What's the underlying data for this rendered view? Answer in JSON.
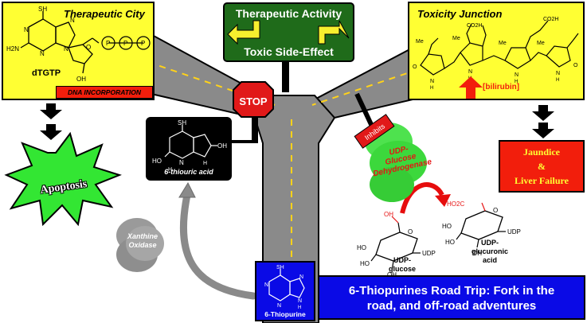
{
  "sign": {
    "top_label": "Therapeutic Activity",
    "bottom_label": "Toxic Side-Effect",
    "color": "#1f6b1a"
  },
  "stop_sign": {
    "label": "STOP",
    "color": "#e11919"
  },
  "therapeutic_city": {
    "title": "Therapeutic City",
    "molecule_label": "dTGTP",
    "banner": "DNA INCORPORATION",
    "atoms": {
      "sh": "SH",
      "n1": "N",
      "n3": "N",
      "h2n": "H2N",
      "n7": "N",
      "n9": "N",
      "o": "O",
      "oh": "OH",
      "phosphates": [
        "P",
        "P",
        "P"
      ]
    }
  },
  "toxicity_junction": {
    "title": "Toxicity Junction",
    "molecule_label": "[bilirubin]",
    "atoms": {
      "co2h_1": "CO2H",
      "co2h_2": "CO2H",
      "me": [
        "Me",
        "Me",
        "Me",
        "Me"
      ],
      "nh": [
        "N",
        "N",
        "N",
        "N"
      ],
      "h": [
        "H",
        "H",
        "H",
        "H"
      ],
      "o_left": "O",
      "o_right": "O"
    }
  },
  "apoptosis": {
    "label": "Apoptosis",
    "color": "#33e633"
  },
  "jaundice": {
    "line1": "Jaundice",
    "line2": "&",
    "line3": "Liver Failure",
    "text_color": "#ffff33"
  },
  "thiouric": {
    "label": "6-thiouric acid",
    "atoms": {
      "sh": "SH",
      "n": "N",
      "ho": "HO",
      "oh": "OH",
      "h1": "H",
      "h2": "H"
    }
  },
  "xanthine_oxidase": {
    "line1": "Xanthine",
    "line2": "Oxidase"
  },
  "udp_enzyme": {
    "inhibits": "Inhibits",
    "line1": "UDP-",
    "line2": "Glucose",
    "line3": "Dehydrogenase",
    "color": "#33cc33"
  },
  "udp_glucose": {
    "line1": "UDP-",
    "line2": "glucose",
    "atoms": {
      "oh_red": "OH",
      "o": "O",
      "ho1": "HO",
      "ho2": "HO",
      "oh": "OH",
      "udp": "UDP"
    }
  },
  "udp_glucuronic": {
    "line1": "UDP-",
    "line2": "glucuronic",
    "line3": "acid",
    "atoms": {
      "co2h_red": "HO2C",
      "o": "O",
      "ho1": "HO",
      "ho2": "HO",
      "oh": "OH",
      "udp": "UDP"
    }
  },
  "thiopurine": {
    "label": "6-Thiopurine",
    "atoms": {
      "sh": "SH",
      "n1": "N",
      "n2": "N",
      "n3": "N",
      "n4": "N",
      "h": "H"
    }
  },
  "banner": {
    "line1": "6-Thiopurines Road Trip: Fork in the",
    "line2": "road, and off-road adventures"
  }
}
